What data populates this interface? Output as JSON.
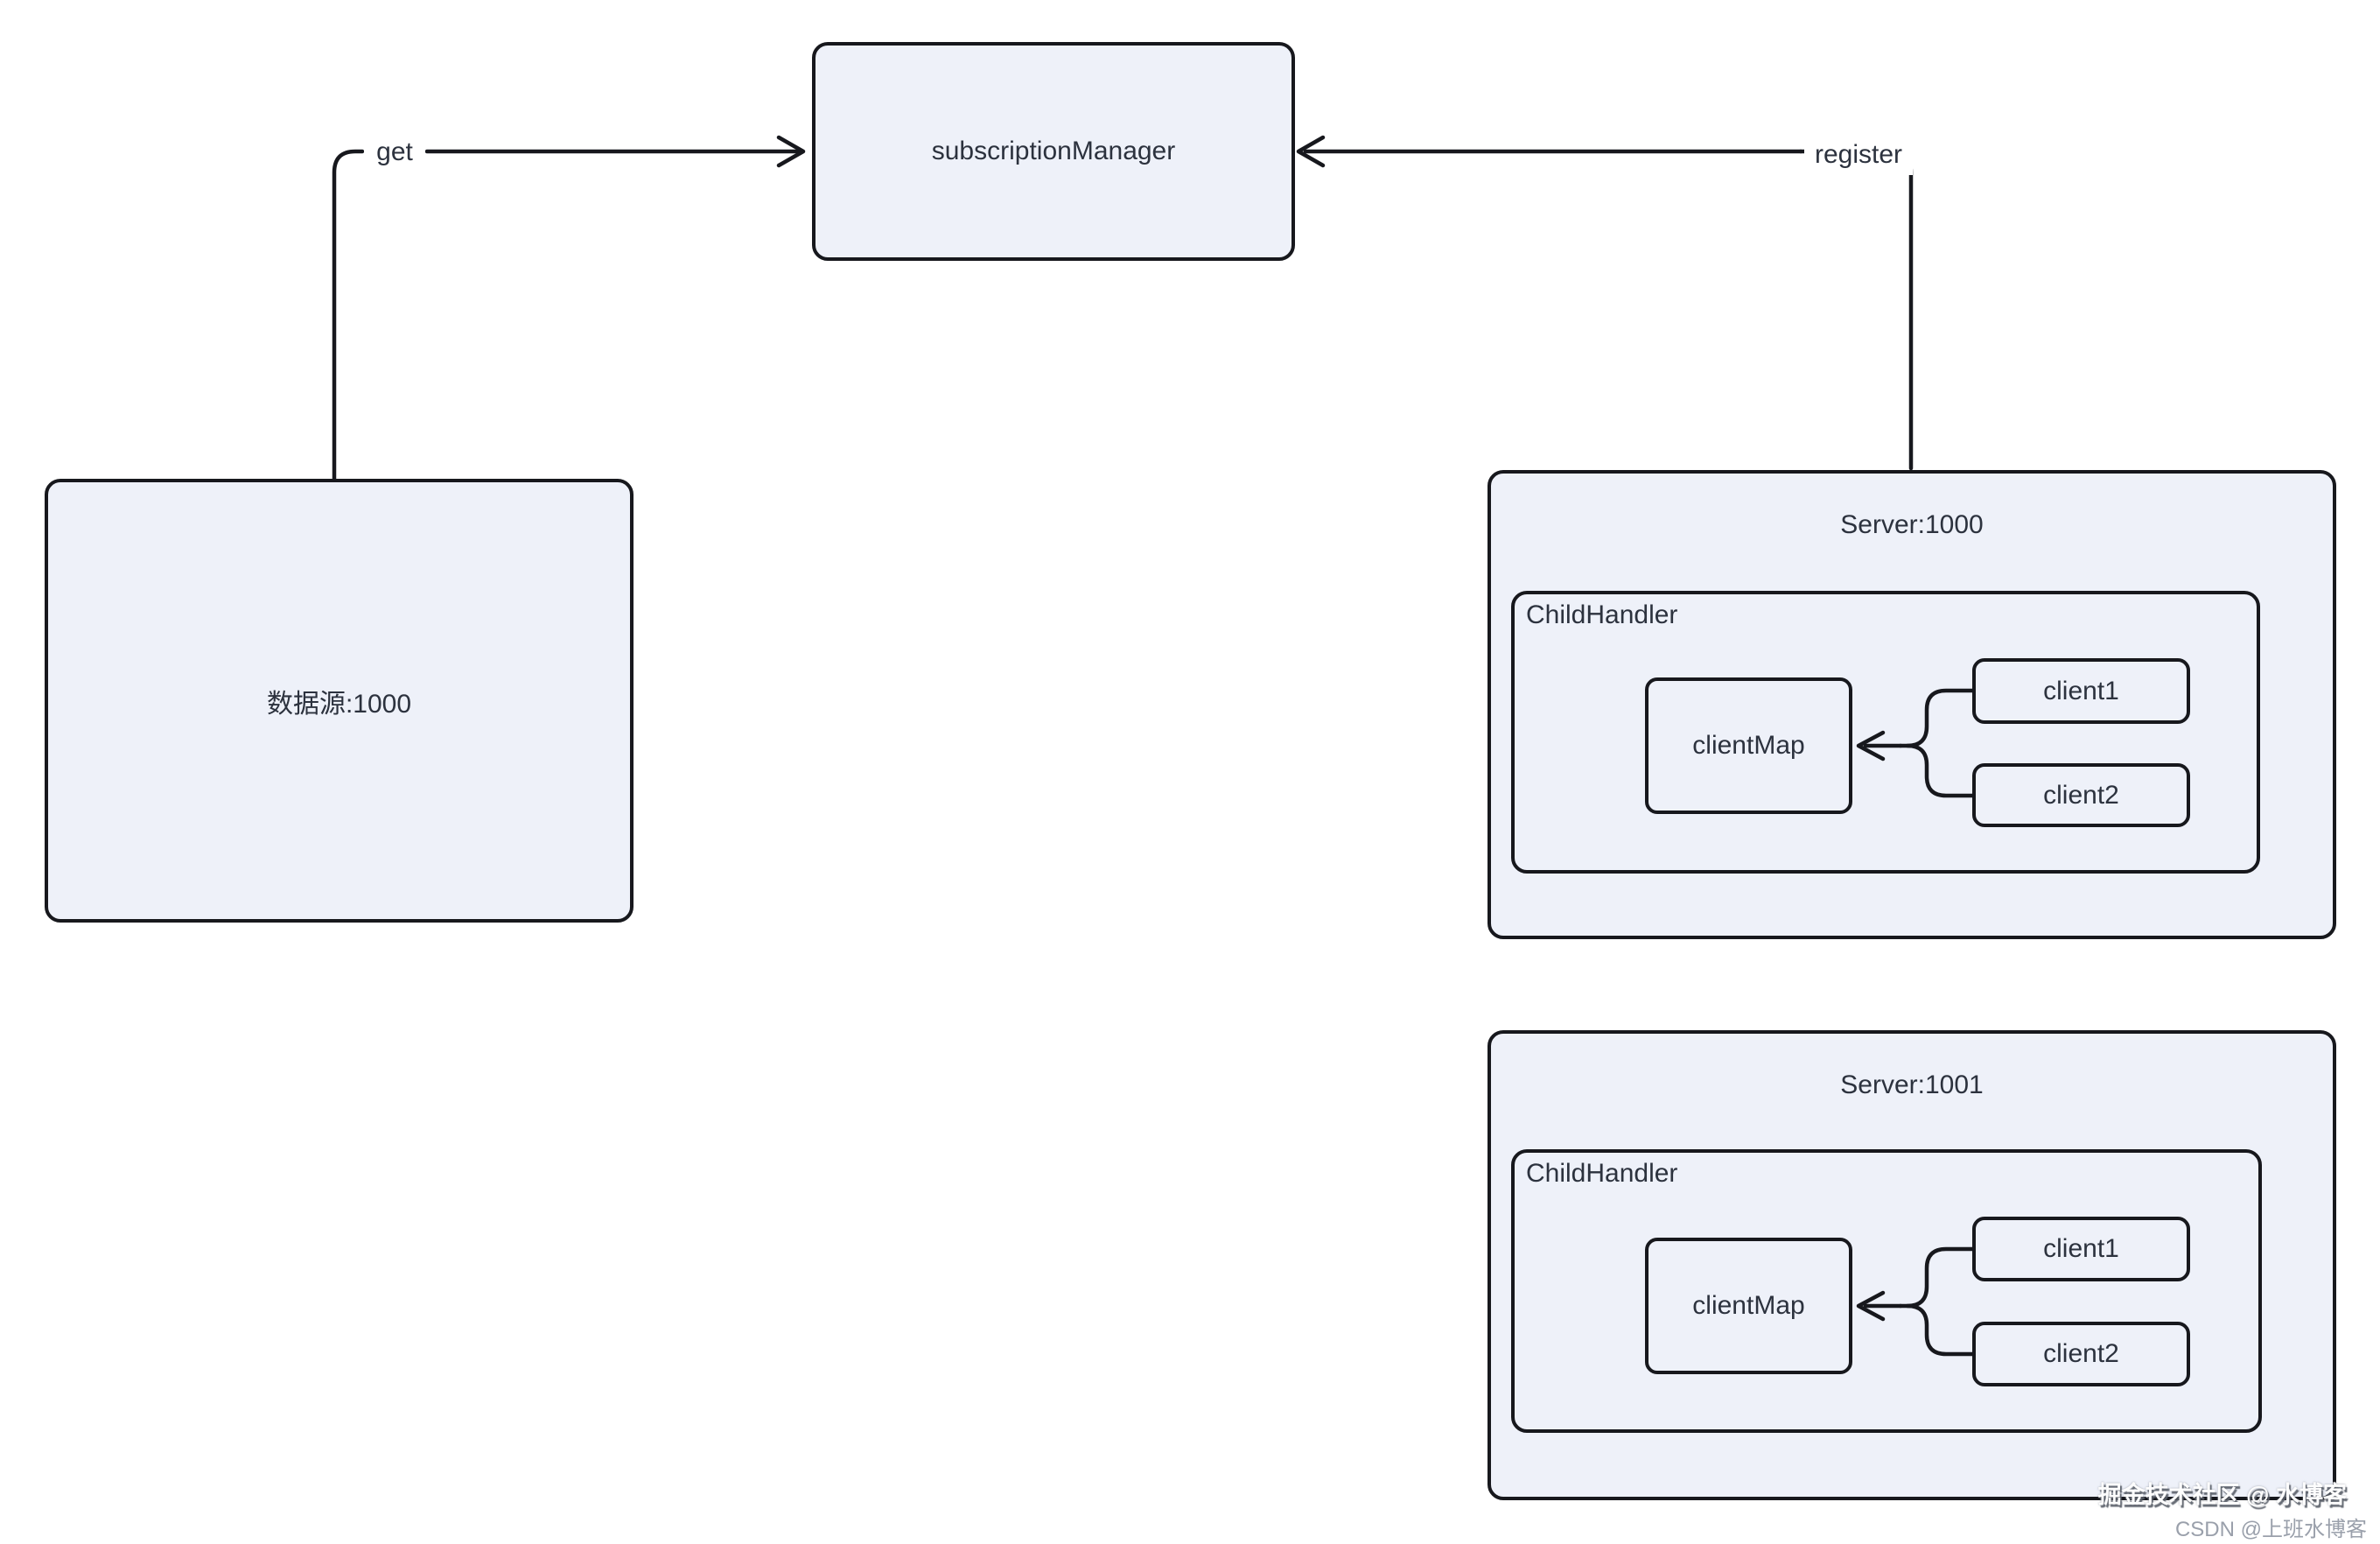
{
  "nodes": {
    "subscription_manager": "subscriptionManager",
    "data_source": "数据源:1000"
  },
  "edge_labels": {
    "get": "get",
    "register": "register"
  },
  "servers": [
    {
      "title": "Server:1000",
      "handler": {
        "title": "ChildHandler",
        "client_map": "clientMap",
        "clients": [
          "client1",
          "client2"
        ]
      }
    },
    {
      "title": "Server:1001",
      "handler": {
        "title": "ChildHandler",
        "client_map": "clientMap",
        "clients": [
          "client1",
          "client2"
        ]
      }
    }
  ],
  "watermarks": {
    "community": "掘金技术社区 @ 水博客",
    "csdn": "CSDN @上班水博客"
  },
  "colors": {
    "canvas_bg": "#ffffff",
    "node_fill": "#eef1f9",
    "node_border": "#17181d",
    "node_text": "#2c323e",
    "connector": "#17181d",
    "watermark_secondary": "#9aa0ab"
  }
}
